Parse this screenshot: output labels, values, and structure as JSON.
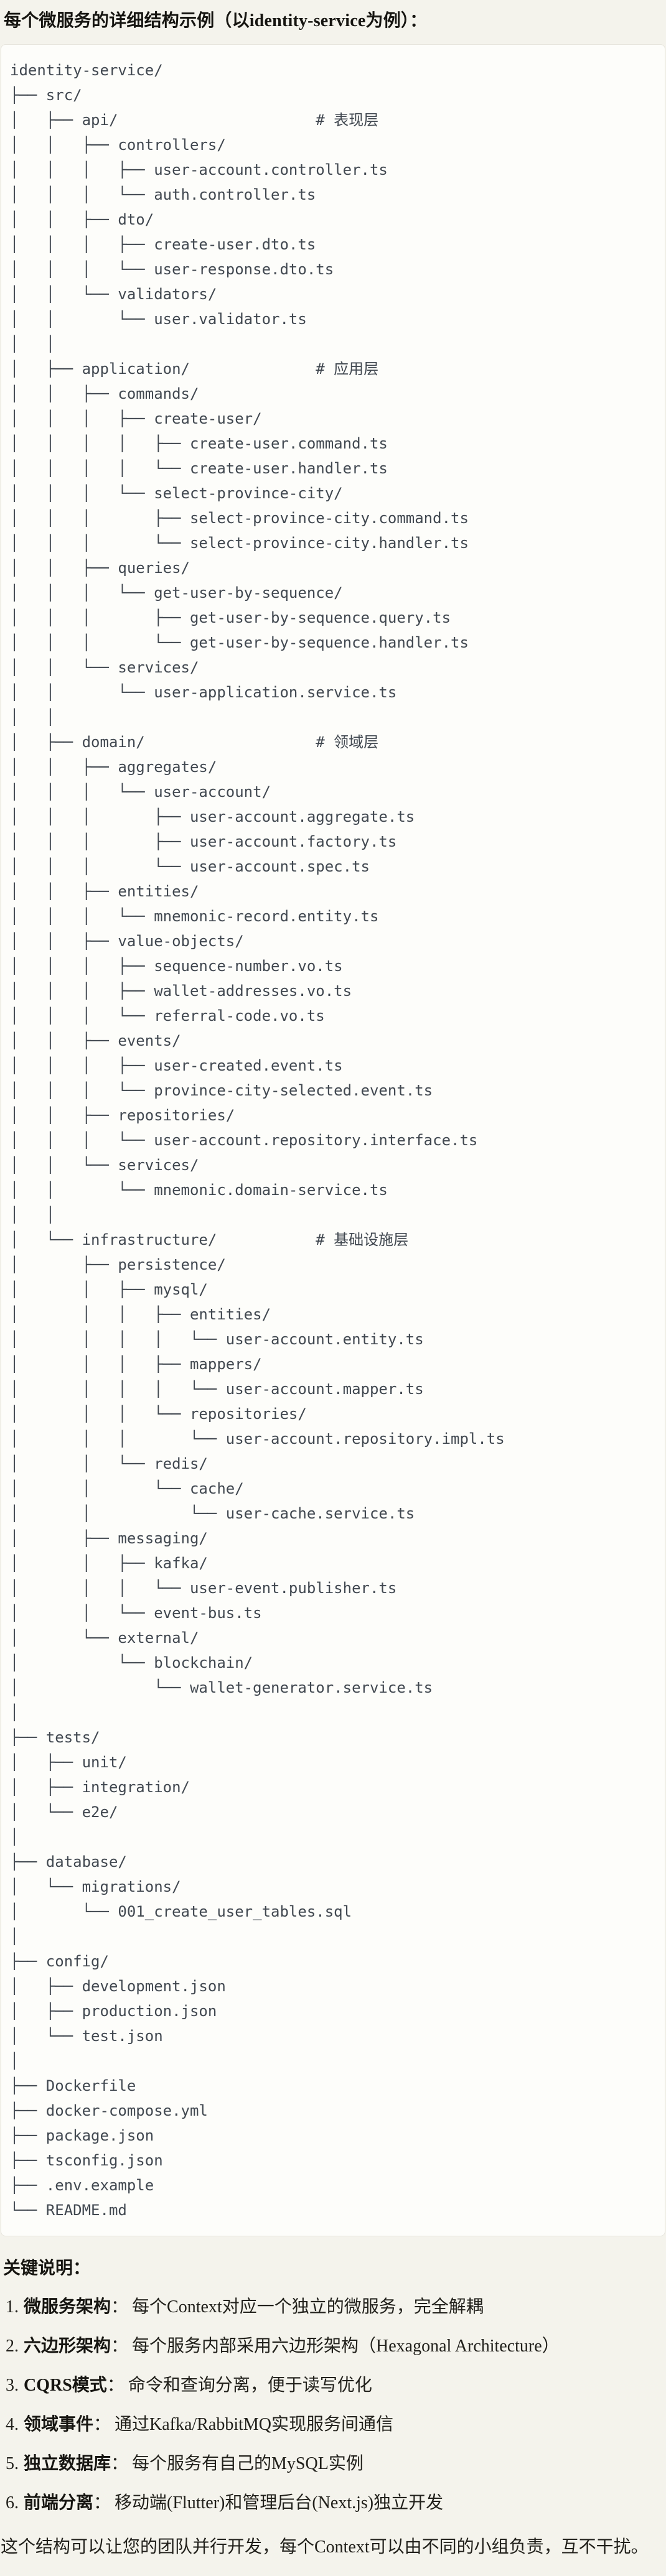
{
  "colors": {
    "page_background": "#F4F3EC",
    "code_background": "#FDFDFA",
    "code_border": "#E7E5DD",
    "code_text": "#414850",
    "heading_text": "#161511",
    "body_text": "#21201B"
  },
  "header": {
    "title": "每个微服务的详细结构示例（以identity-service为例）："
  },
  "code_block": {
    "language": "plaintext-tree",
    "lines": [
      "identity-service/",
      "├── src/",
      "│   ├── api/                      # 表现层",
      "│   │   ├── controllers/",
      "│   │   │   ├── user-account.controller.ts",
      "│   │   │   └── auth.controller.ts",
      "│   │   ├── dto/",
      "│   │   │   ├── create-user.dto.ts",
      "│   │   │   └── user-response.dto.ts",
      "│   │   └── validators/",
      "│   │       └── user.validator.ts",
      "│   │",
      "│   ├── application/              # 应用层",
      "│   │   ├── commands/",
      "│   │   │   ├── create-user/",
      "│   │   │   │   ├── create-user.command.ts",
      "│   │   │   │   └── create-user.handler.ts",
      "│   │   │   └── select-province-city/",
      "│   │   │       ├── select-province-city.command.ts",
      "│   │   │       └── select-province-city.handler.ts",
      "│   │   ├── queries/",
      "│   │   │   └── get-user-by-sequence/",
      "│   │   │       ├── get-user-by-sequence.query.ts",
      "│   │   │       └── get-user-by-sequence.handler.ts",
      "│   │   └── services/",
      "│   │       └── user-application.service.ts",
      "│   │",
      "│   ├── domain/                   # 领域层",
      "│   │   ├── aggregates/",
      "│   │   │   └── user-account/",
      "│   │   │       ├── user-account.aggregate.ts",
      "│   │   │       ├── user-account.factory.ts",
      "│   │   │       └── user-account.spec.ts",
      "│   │   ├── entities/",
      "│   │   │   └── mnemonic-record.entity.ts",
      "│   │   ├── value-objects/",
      "│   │   │   ├── sequence-number.vo.ts",
      "│   │   │   ├── wallet-addresses.vo.ts",
      "│   │   │   └── referral-code.vo.ts",
      "│   │   ├── events/",
      "│   │   │   ├── user-created.event.ts",
      "│   │   │   └── province-city-selected.event.ts",
      "│   │   ├── repositories/",
      "│   │   │   └── user-account.repository.interface.ts",
      "│   │   └── services/",
      "│   │       └── mnemonic.domain-service.ts",
      "│   │",
      "│   └── infrastructure/           # 基础设施层",
      "│       ├── persistence/",
      "│       │   ├── mysql/",
      "│       │   │   ├── entities/",
      "│       │   │   │   └── user-account.entity.ts",
      "│       │   │   ├── mappers/",
      "│       │   │   │   └── user-account.mapper.ts",
      "│       │   │   └── repositories/",
      "│       │   │       └── user-account.repository.impl.ts",
      "│       │   └── redis/",
      "│       │       └── cache/",
      "│       │           └── user-cache.service.ts",
      "│       ├── messaging/",
      "│       │   ├── kafka/",
      "│       │   │   └── user-event.publisher.ts",
      "│       │   └── event-bus.ts",
      "│       └── external/",
      "│           └── blockchain/",
      "│               └── wallet-generator.service.ts",
      "│",
      "├── tests/",
      "│   ├── unit/",
      "│   ├── integration/",
      "│   └── e2e/",
      "│",
      "├── database/",
      "│   └── migrations/",
      "│       └── 001_create_user_tables.sql",
      "│",
      "├── config/",
      "│   ├── development.json",
      "│   ├── production.json",
      "│   └── test.json",
      "│",
      "├── Dockerfile",
      "├── docker-compose.yml",
      "├── package.json",
      "├── tsconfig.json",
      "├── .env.example",
      "└── README.md"
    ]
  },
  "notes": {
    "heading": "关键说明：",
    "items": [
      {
        "number": "1.",
        "term": "微服务架构",
        "separator": "：",
        "description": "每个Context对应一个独立的微服务，完全解耦"
      },
      {
        "number": "2.",
        "term": "六边形架构",
        "separator": "：",
        "description": "每个服务内部采用六边形架构（Hexagonal Architecture）"
      },
      {
        "number": "3.",
        "term": "CQRS模式",
        "separator": "：",
        "description": "命令和查询分离，便于读写优化"
      },
      {
        "number": "4.",
        "term": "领域事件",
        "separator": "：",
        "description": "通过Kafka/RabbitMQ实现服务间通信"
      },
      {
        "number": "5.",
        "term": "独立数据库",
        "separator": "：",
        "description": "每个服务有自己的MySQL实例"
      },
      {
        "number": "6.",
        "term": "前端分离",
        "separator": "：",
        "description": "移动端(Flutter)和管理后台(Next.js)独立开发"
      }
    ]
  },
  "footer": {
    "text": "这个结构可以让您的团队并行开发，每个Context可以由不同的小组负责，互不干扰。"
  }
}
